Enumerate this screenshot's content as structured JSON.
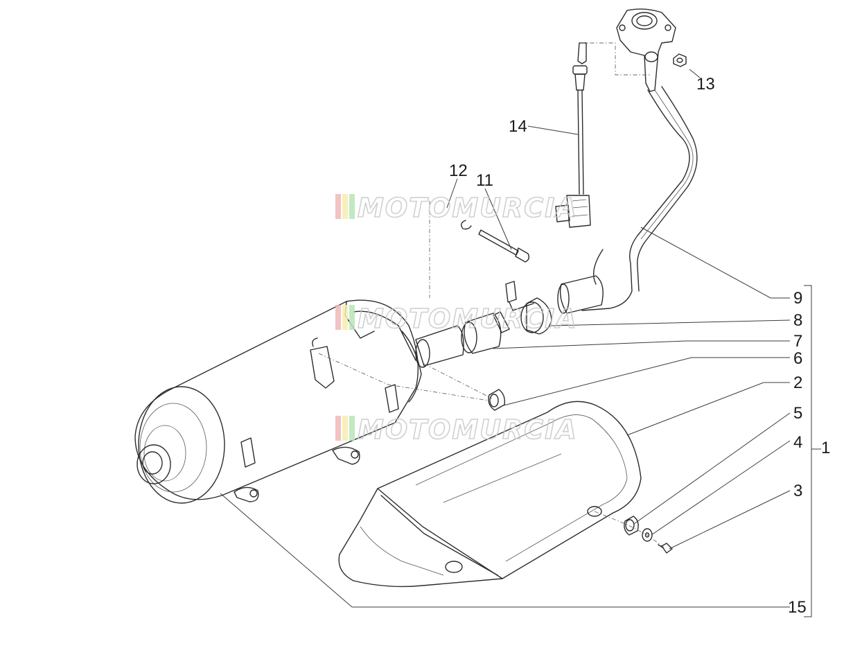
{
  "watermark": {
    "text": "MOTOMURCIA",
    "stripe_colors": [
      "#f2b8b8",
      "#f6eeb0",
      "#b8e6b8"
    ]
  },
  "callouts": [
    "1",
    "2",
    "3",
    "4",
    "5",
    "6",
    "7",
    "8",
    "9",
    "11",
    "12",
    "13",
    "14",
    "15"
  ],
  "colors": {
    "line": "#2b2b2b",
    "label": "#1a1a1a",
    "watermark": "#c8c8c8"
  }
}
